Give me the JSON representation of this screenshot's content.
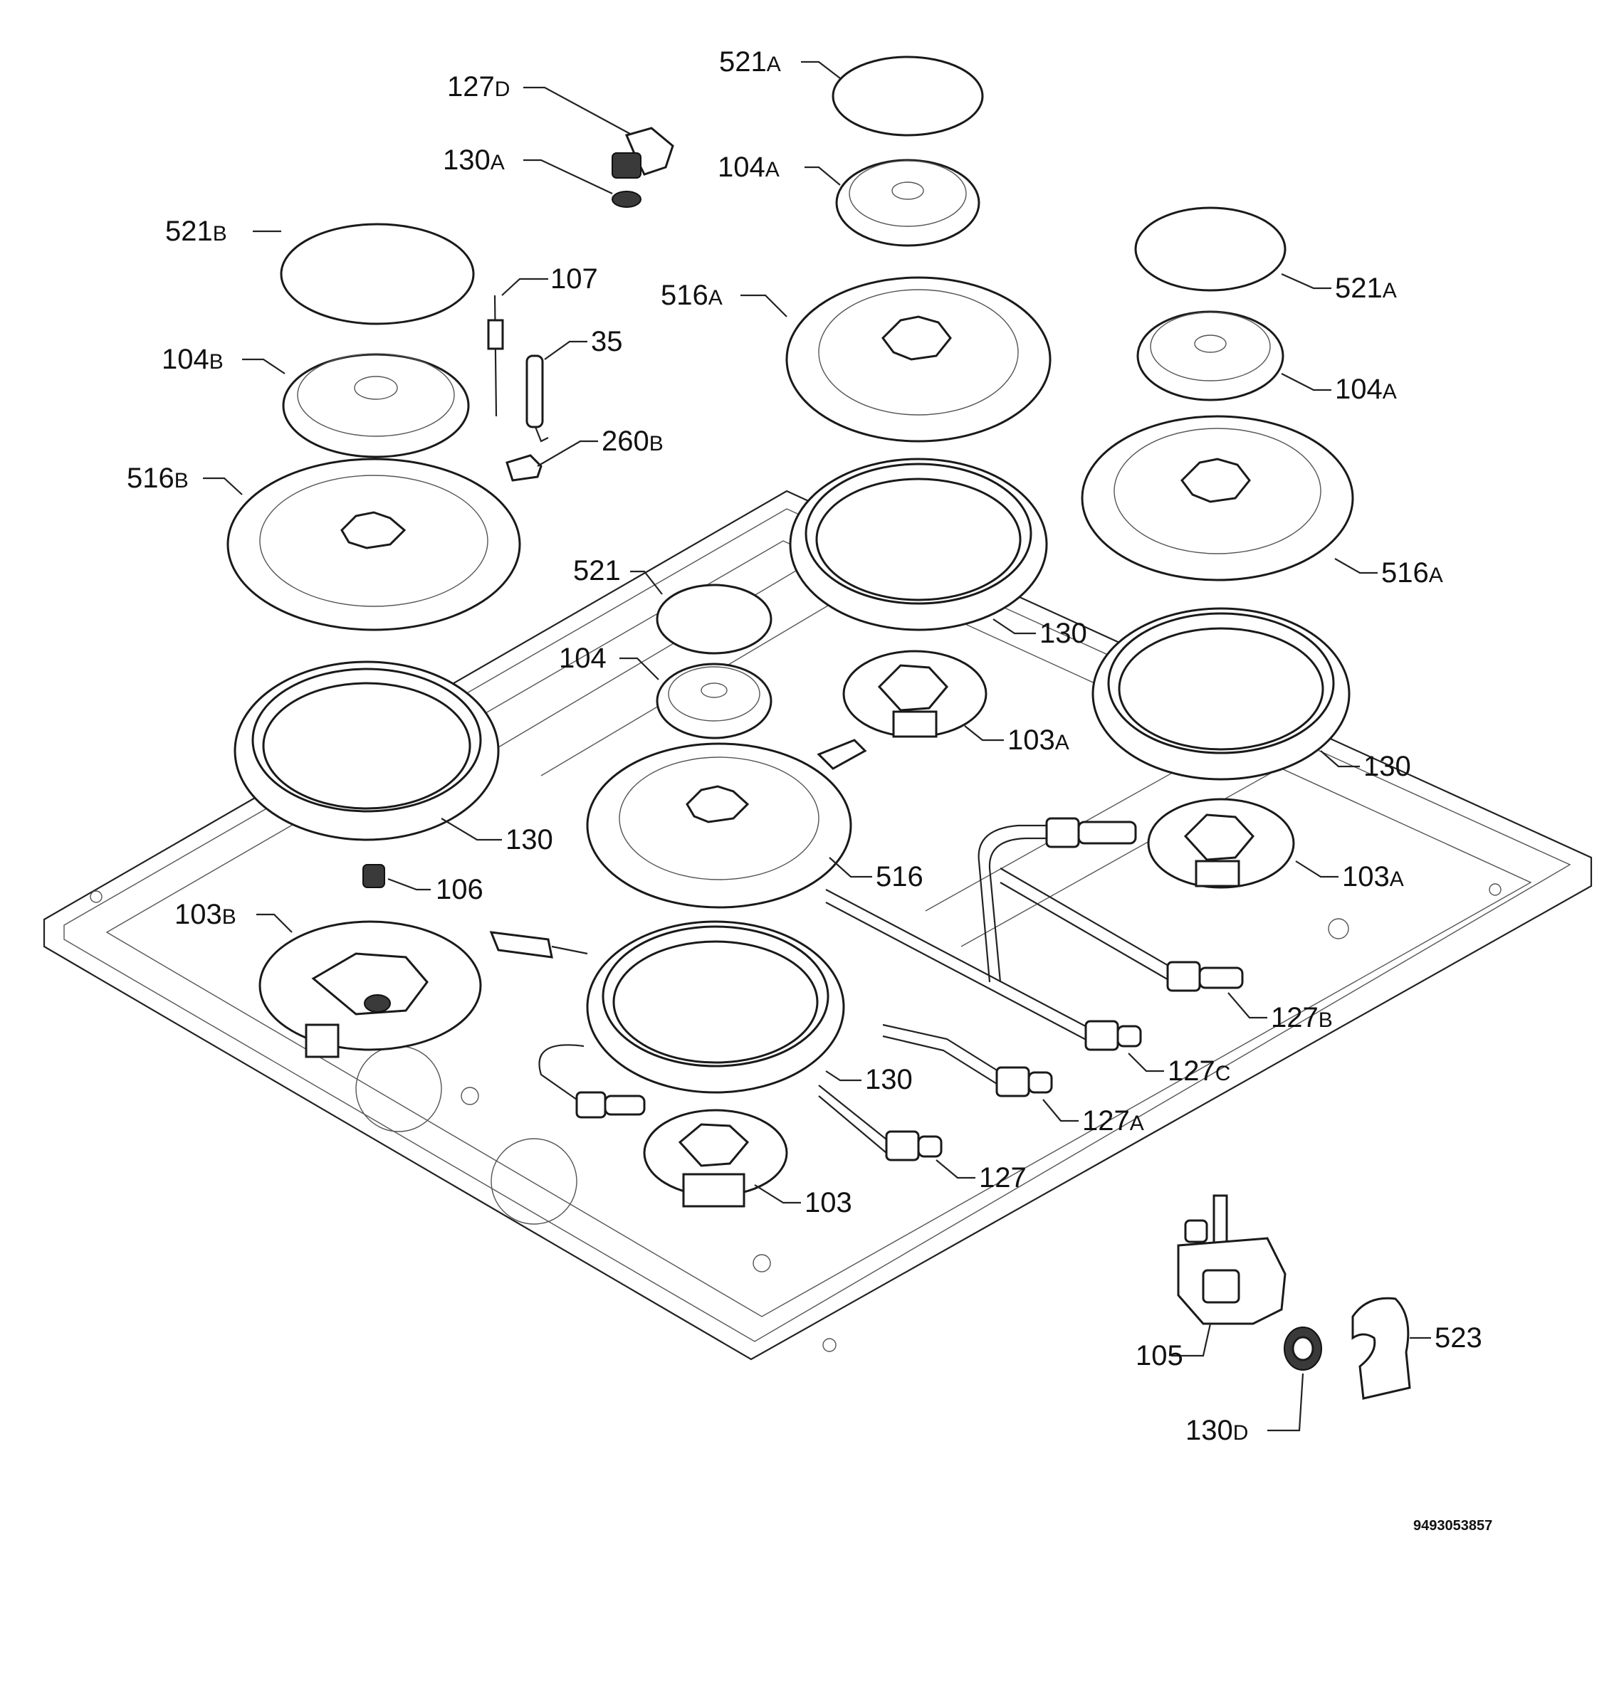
{
  "drawing_code": "9493053857",
  "callouts": [
    {
      "id": "c-127d",
      "main": "127",
      "suffix": "D"
    },
    {
      "id": "c-130a-top",
      "main": "130",
      "suffix": "A"
    },
    {
      "id": "c-521b",
      "main": "521",
      "suffix": "B"
    },
    {
      "id": "c-107",
      "main": "107",
      "suffix": ""
    },
    {
      "id": "c-35",
      "main": "35",
      "suffix": ""
    },
    {
      "id": "c-104b",
      "main": "104",
      "suffix": "B"
    },
    {
      "id": "c-260b",
      "main": "260",
      "suffix": "B"
    },
    {
      "id": "c-516b",
      "main": "516",
      "suffix": "B"
    },
    {
      "id": "c-521a-top",
      "main": "521",
      "suffix": "A"
    },
    {
      "id": "c-104a-top",
      "main": "104",
      "suffix": "A"
    },
    {
      "id": "c-516a-mid",
      "main": "516",
      "suffix": "A"
    },
    {
      "id": "c-521a-right",
      "main": "521",
      "suffix": "A"
    },
    {
      "id": "c-104a-right",
      "main": "104",
      "suffix": "A"
    },
    {
      "id": "c-516a-right",
      "main": "516",
      "suffix": "A"
    },
    {
      "id": "c-130-mid",
      "main": "130",
      "suffix": ""
    },
    {
      "id": "c-521",
      "main": "521",
      "suffix": ""
    },
    {
      "id": "c-104",
      "main": "104",
      "suffix": ""
    },
    {
      "id": "c-103a-mid",
      "main": "103",
      "suffix": "A"
    },
    {
      "id": "c-130-right",
      "main": "130",
      "suffix": ""
    },
    {
      "id": "c-130-left",
      "main": "130",
      "suffix": ""
    },
    {
      "id": "c-516",
      "main": "516",
      "suffix": ""
    },
    {
      "id": "c-103a-right",
      "main": "103",
      "suffix": "A"
    },
    {
      "id": "c-106",
      "main": "106",
      "suffix": ""
    },
    {
      "id": "c-103b",
      "main": "103",
      "suffix": "B"
    },
    {
      "id": "c-127b",
      "main": "127",
      "suffix": "B"
    },
    {
      "id": "c-130-bottom",
      "main": "130",
      "suffix": ""
    },
    {
      "id": "c-127c",
      "main": "127",
      "suffix": "C"
    },
    {
      "id": "c-127a",
      "main": "127",
      "suffix": "A"
    },
    {
      "id": "c-127",
      "main": "127",
      "suffix": ""
    },
    {
      "id": "c-103",
      "main": "103",
      "suffix": ""
    },
    {
      "id": "c-105",
      "main": "105",
      "suffix": ""
    },
    {
      "id": "c-523",
      "main": "523",
      "suffix": ""
    },
    {
      "id": "c-130d",
      "main": "130",
      "suffix": "D"
    }
  ]
}
